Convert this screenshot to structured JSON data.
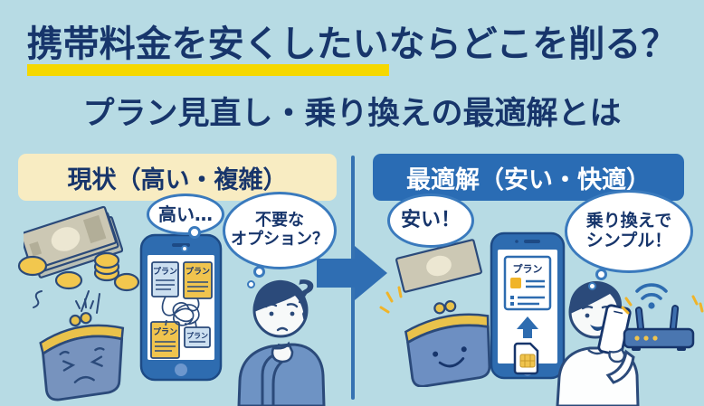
{
  "page": {
    "background": "#b7dbe4",
    "text_navy": "#17356b",
    "accent_blue": "#2f6eb3",
    "highlight_yellow": "#f5d800",
    "panel_cream": "#f8ecc2",
    "panel_blue": "#2a6cb4"
  },
  "header": {
    "title_highlighted": "携帯料金を安くしたい",
    "title_rest": "ならどこを削る？",
    "subtitle": "プラン見直し・乗り換えの最適解とは"
  },
  "left_panel": {
    "title": "現状（高い・複雑）",
    "thought_bubble_1": "高い…",
    "thought_bubble_2_line1": "不要な",
    "thought_bubble_2_line2": "オプション？",
    "question_mark": "?",
    "plan_cards": [
      "プラン",
      "プラン",
      "プラン",
      "プラン"
    ]
  },
  "right_panel": {
    "title": "最適解（安い・快適）",
    "speech_bubble_1": "安い！",
    "speech_bubble_2_line1": "乗り換えで",
    "speech_bubble_2_line2": "シンプル！",
    "plan_card": "プラン"
  }
}
